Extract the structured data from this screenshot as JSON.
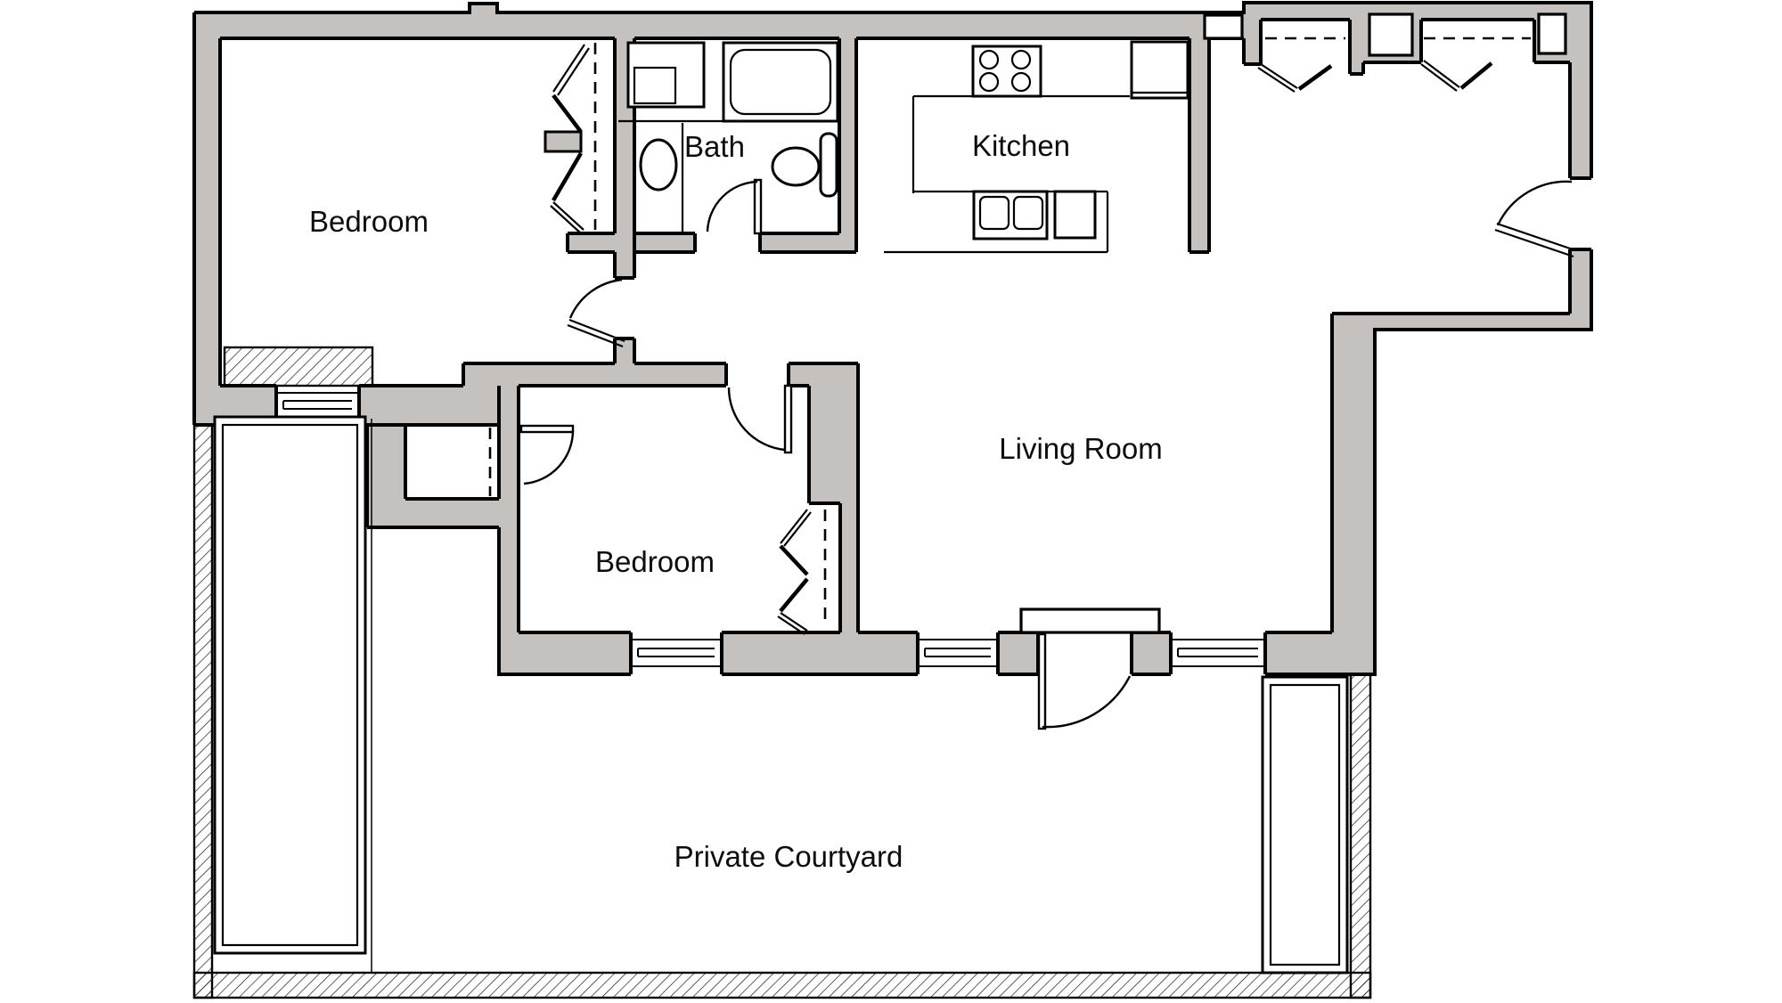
{
  "colors": {
    "wall_fill": "#c4c1be",
    "line": "#000000",
    "background": "#ffffff"
  },
  "rooms": [
    {
      "id": "bedroom-1",
      "label": "Bedroom"
    },
    {
      "id": "bath",
      "label": "Bath"
    },
    {
      "id": "kitchen",
      "label": "Kitchen"
    },
    {
      "id": "living-room",
      "label": "Living Room"
    },
    {
      "id": "bedroom-2",
      "label": "Bedroom"
    },
    {
      "id": "private-courtyard",
      "label": "Private Courtyard"
    }
  ]
}
